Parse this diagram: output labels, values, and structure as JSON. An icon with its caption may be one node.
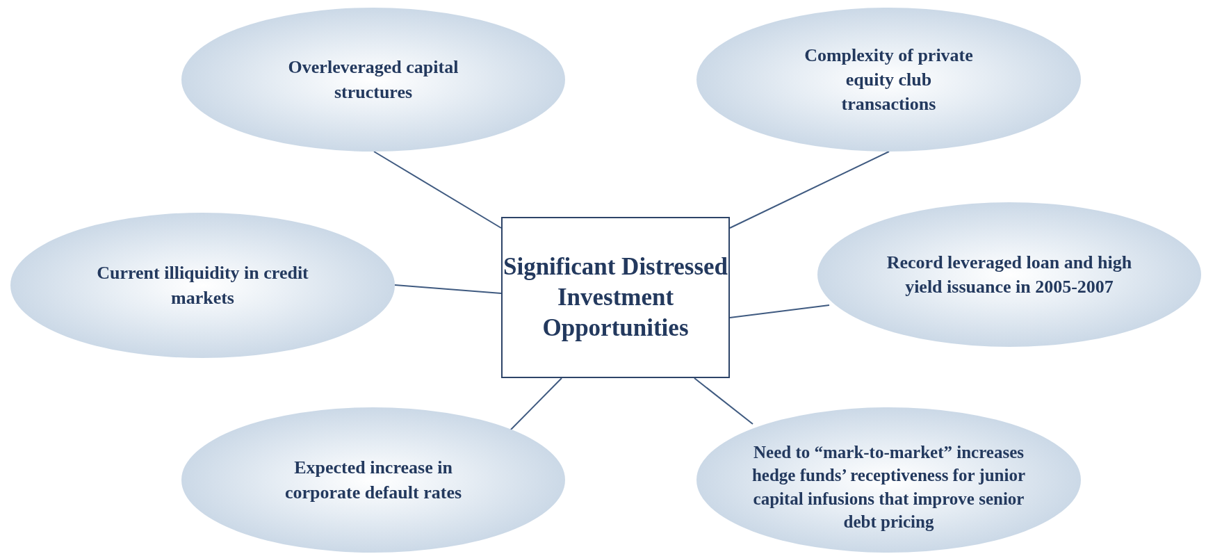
{
  "diagram": {
    "nodes": [
      {
        "text": [
          "Overleveraged capital structures"
        ]
      },
      {
        "text": [
          "Complexity of private equity club transactions"
        ]
      },
      {
        "text": [
          "Current illiquidity in credit markets"
        ]
      },
      {
        "text": [
          "Significant Distressed Investment Opportunities"
        ]
      },
      {
        "text": [
          "Record leveraged loan and high yield issuance in 2005-2007"
        ]
      },
      {
        "text": [
          "Expected increase in corporate default rates"
        ]
      },
      {
        "text": [
          "Need to “mark-to-market” increases hedge funds’ receptiveness for junior capital infusions that improve senior debt pricing"
        ]
      }
    ],
    "edges": [
      {
        "from": 3,
        "to": 0,
        "arrow": "none"
      },
      {
        "from": 3,
        "to": 1,
        "arrow": "none"
      },
      {
        "from": 3,
        "to": 2,
        "arrow": "none"
      },
      {
        "from": 3,
        "to": 4,
        "arrow": "none"
      },
      {
        "from": 3,
        "to": 5,
        "arrow": "none"
      },
      {
        "from": 3,
        "to": 6,
        "arrow": "none"
      }
    ]
  }
}
